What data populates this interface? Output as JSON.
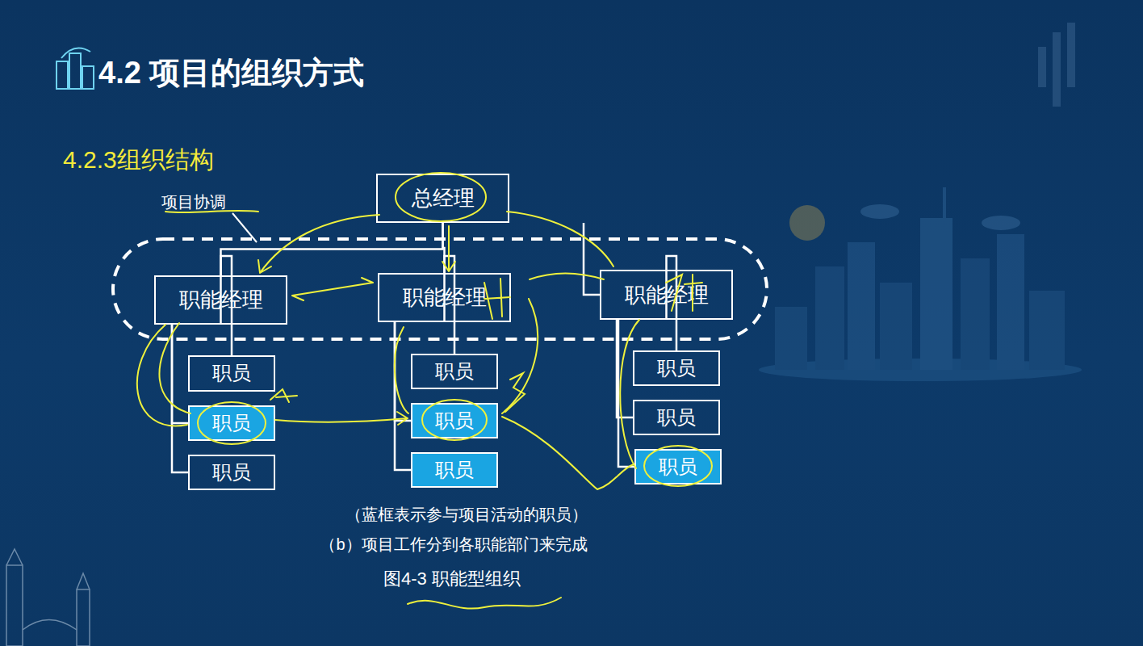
{
  "diagram": {
    "title": "4.2 项目的组织方式",
    "caption": "图4-3 职能型组织",
    "nodes": [
      {
        "text": [
          "总经理"
        ]
      },
      {
        "text": [
          "职能经理"
        ]
      },
      {
        "text": [
          "职能经理"
        ]
      },
      {
        "text": [
          "职能经理"
        ]
      },
      {
        "text": [
          "职员"
        ]
      },
      {
        "text": [
          "职员"
        ]
      },
      {
        "text": [
          "职员"
        ]
      },
      {
        "text": [
          "职员"
        ]
      },
      {
        "text": [
          "职员"
        ]
      },
      {
        "text": [
          "职员"
        ]
      },
      {
        "text": [
          "职员"
        ]
      },
      {
        "text": [
          "职员"
        ]
      },
      {
        "text": [
          "职员"
        ]
      }
    ],
    "edges": [
      {
        "from": 0,
        "to": 1,
        "arrow": "none"
      },
      {
        "from": 0,
        "to": 2,
        "arrow": "none"
      },
      {
        "from": 0,
        "to": 3,
        "arrow": "none"
      },
      {
        "from": 1,
        "to": 4,
        "arrow": "none"
      },
      {
        "from": 1,
        "to": 5,
        "arrow": "none"
      },
      {
        "from": 1,
        "to": 6,
        "arrow": "none"
      },
      {
        "from": 2,
        "to": 7,
        "arrow": "none"
      },
      {
        "from": 2,
        "to": 8,
        "arrow": "none"
      },
      {
        "from": 2,
        "to": 9,
        "arrow": "none"
      },
      {
        "from": 3,
        "to": 10,
        "arrow": "none"
      },
      {
        "from": 3,
        "to": 11,
        "arrow": "none"
      },
      {
        "from": 3,
        "to": 12,
        "arrow": "none"
      }
    ],
    "labels": [
      "4.2.3组织结构",
      "项目协调",
      "（蓝框表示参与项目活动的职员）",
      "（b）项目工作分到各职能部门来完成"
    ]
  }
}
